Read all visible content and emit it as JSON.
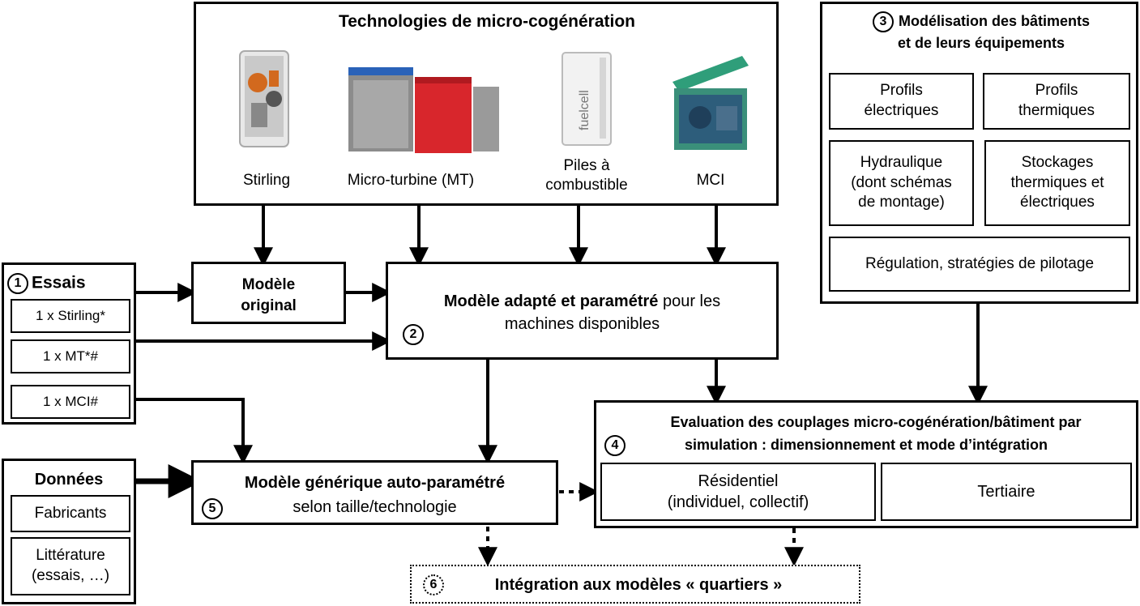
{
  "technologies": {
    "title": "Technologies de micro-cogénération",
    "items": [
      "Stirling",
      "Micro-turbine (MT)",
      "Piles à combustible",
      "MCI"
    ],
    "image_text": "fuelcell"
  },
  "modelisation": {
    "number": "3",
    "title_line1": "Modélisation des bâtiments",
    "title_line2": "et de leurs équipements",
    "cells": {
      "profils_elec": "Profils électriques",
      "profils_therm": "Profils thermiques",
      "hydraulique": "Hydraulique (dont schémas de montage)",
      "stockages": "Stockages thermiques et électriques",
      "regulation": "Régulation, stratégies de pilotage"
    }
  },
  "essais": {
    "number": "1",
    "title": "Essais",
    "items": [
      "1 x Stirling*",
      "1 x MT*#",
      "1 x MCI#"
    ]
  },
  "modele_original": {
    "line1": "Modèle",
    "line2": "original"
  },
  "modele_adapte": {
    "number": "2",
    "bold": "Modèle adapté et paramétré",
    "rest": " pour les",
    "line2": "machines disponibles"
  },
  "donnees": {
    "title": "Données",
    "items": [
      "Fabricants",
      "Littérature (essais, …)"
    ]
  },
  "modele_generique": {
    "number": "5",
    "title": "Modèle générique auto-paramétré",
    "subtitle": "selon taille/technologie"
  },
  "evaluation": {
    "number": "4",
    "line1": "Evaluation des couplages micro-cogénération/bâtiment par",
    "line2": "simulation : dimensionnement et mode d’intégration",
    "residentiel_line1": "Résidentiel",
    "residentiel_line2": "(individuel, collectif)",
    "tertiaire": "Tertiaire"
  },
  "integration": {
    "number": "6",
    "title": "Intégration aux modèles « quartiers »"
  },
  "colors": {
    "border": "#000000",
    "background": "#ffffff",
    "stirling_body": "#e8e8e8",
    "mt_red": "#d8262c",
    "mt_grey": "#8c8c8c",
    "mt_blue": "#2a62b8",
    "mci_green": "#2f9e7a"
  }
}
